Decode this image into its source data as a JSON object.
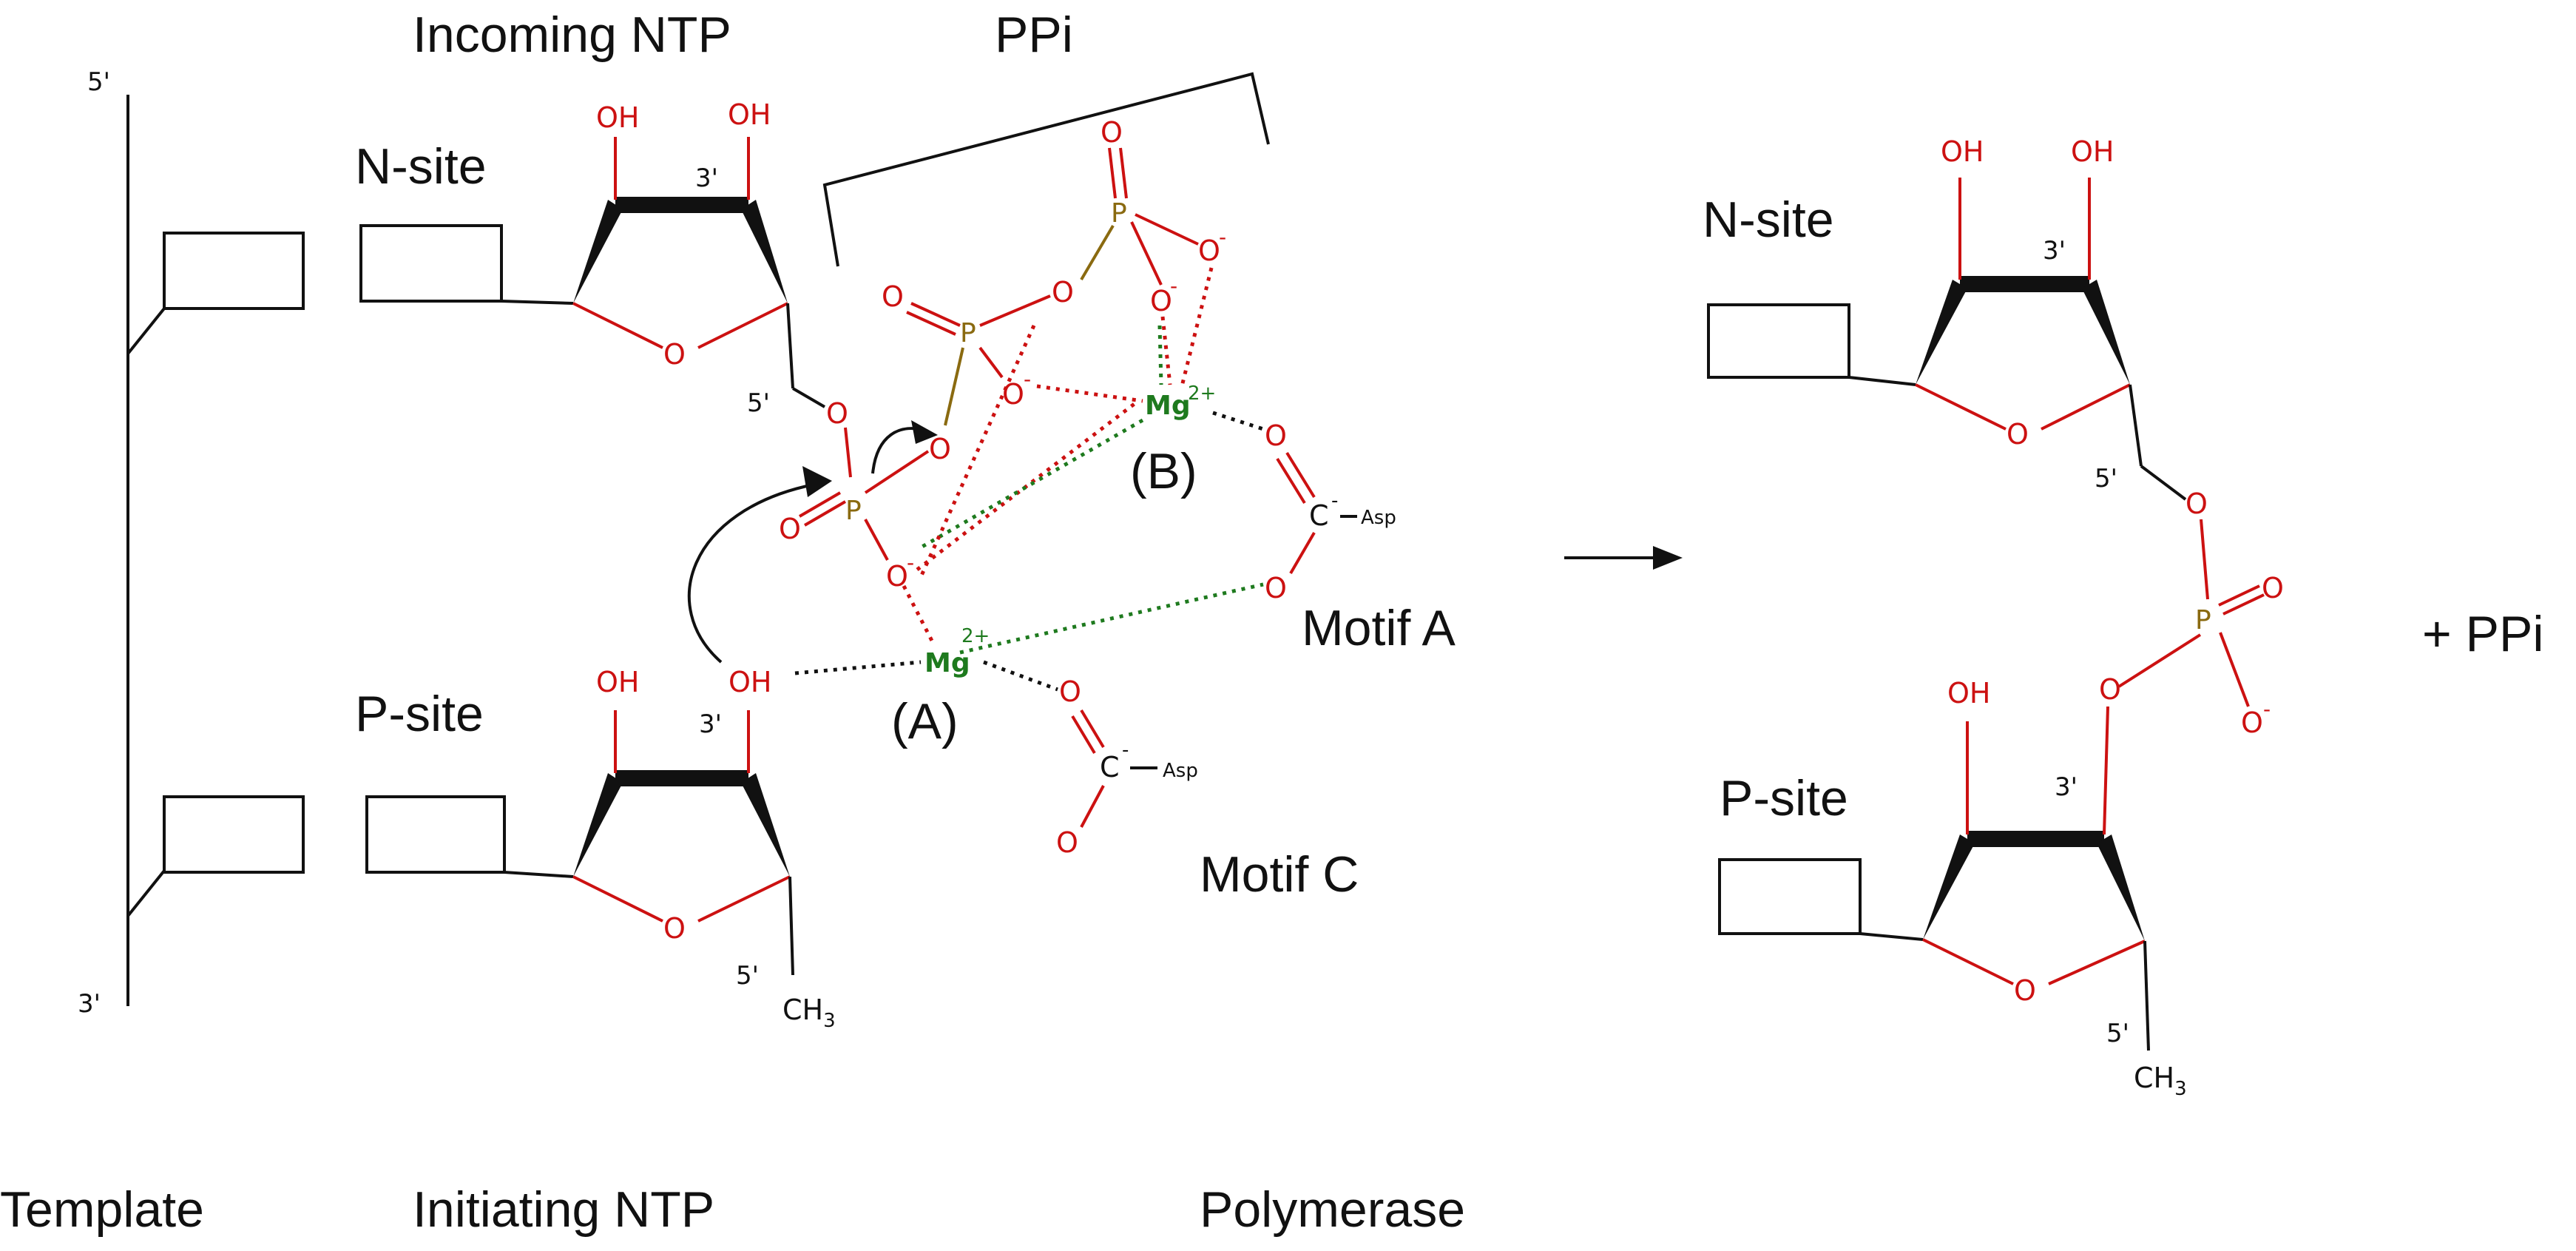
{
  "labels": {
    "incoming_ntp": "Incoming NTP",
    "ppi_top": "PPi",
    "n_site_left": "N-site",
    "p_site_left": "P-site",
    "n_site_right": "N-site",
    "p_site_right": "P-site",
    "mg_a_label": "(A)",
    "mg_b_label": "(B)",
    "motif_a": "Motif A",
    "motif_c": "Motif C",
    "plus_ppi": "+  PPi",
    "template": "Template",
    "initiating_ntp": "Initiating NTP",
    "polymerase": "Polymerase"
  },
  "strand": {
    "five_prime": "5'",
    "three_prime": "3'"
  },
  "atoms": {
    "oh": "OH",
    "o": "O",
    "p": "P",
    "o_minus_sup": "-",
    "mg": "Mg",
    "mg_charge_a": "2+",
    "mg_charge_b": "2+",
    "c": "C",
    "asp": "Asp",
    "ch3_main": "CH",
    "ch3_sub": "3",
    "three_prime": "3'",
    "five_prime": "5'"
  },
  "colors": {
    "oxygen": "#cc1111",
    "phosphorus": "#8a6a10",
    "magnesium": "#1e7a1e",
    "bond": "#111111"
  }
}
